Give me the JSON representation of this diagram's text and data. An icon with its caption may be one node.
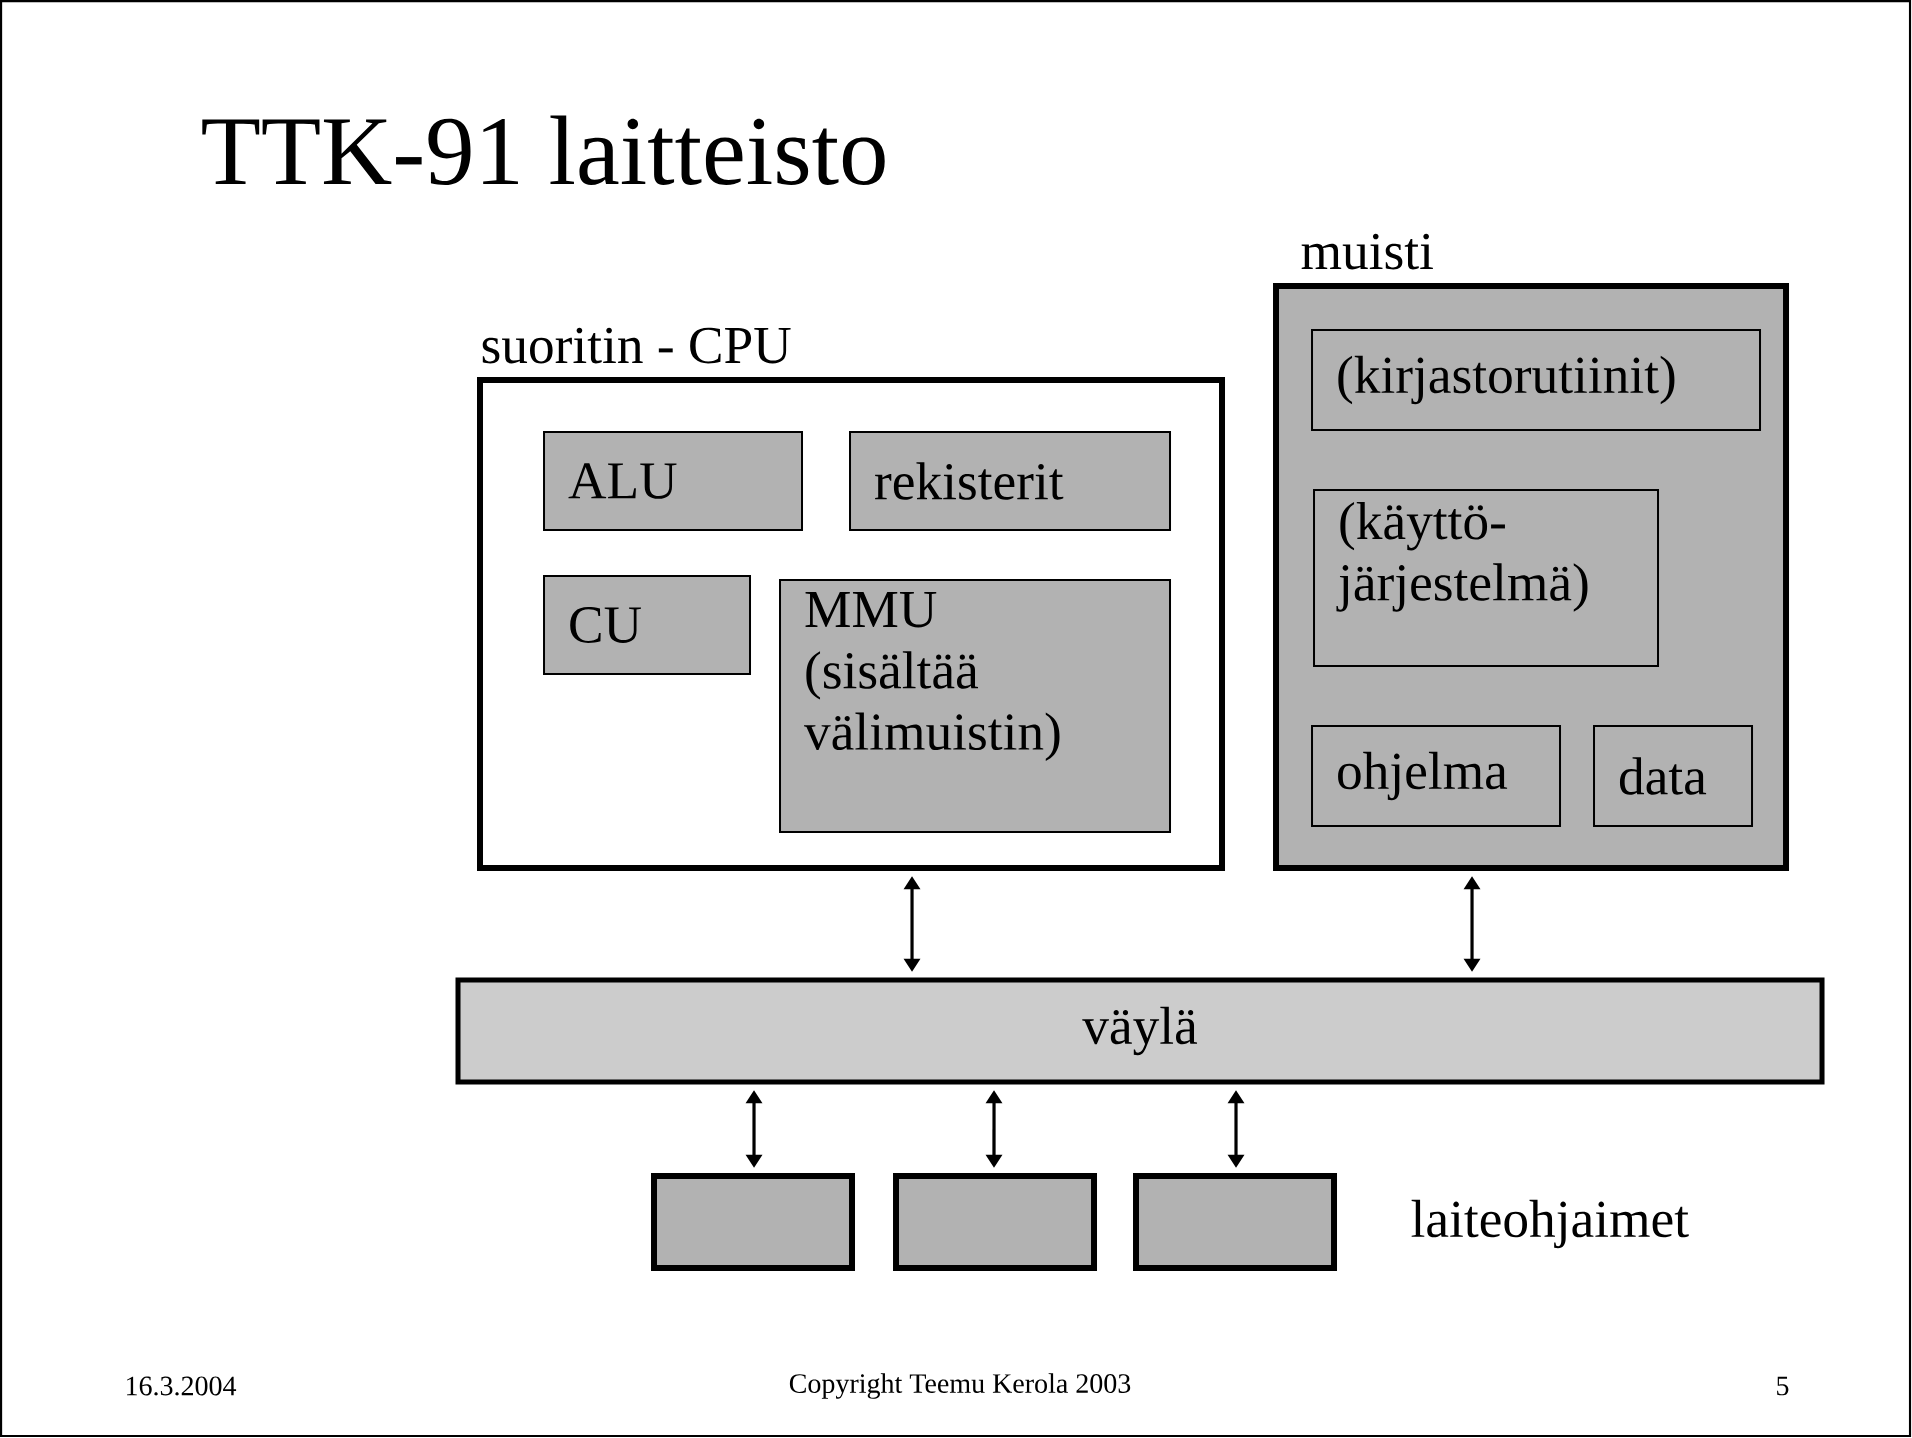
{
  "diagram": {
    "title": "TTK-91 laitteisto",
    "nodes": [
      {
        "text": [
          "suoritin - CPU"
        ]
      },
      {
        "text": [
          "ALU"
        ],
        "in": 0
      },
      {
        "text": [
          "rekisterit"
        ],
        "in": 0
      },
      {
        "text": [
          "CU"
        ],
        "in": 0
      },
      {
        "text": [
          "MMU (sisältää välimuistin)"
        ],
        "in": 0
      },
      {
        "text": [
          "muisti"
        ]
      },
      {
        "text": [
          "(kirjastorutiinit)"
        ],
        "in": 5
      },
      {
        "text": [
          "(käyttö- järjestelmä)"
        ],
        "in": 5
      },
      {
        "text": [
          "ohjelma"
        ],
        "in": 5
      },
      {
        "text": [
          "data"
        ],
        "in": 5
      },
      {
        "text": [
          "väylä"
        ]
      },
      {
        "text": [],
        "shape": "box"
      },
      {
        "text": [],
        "shape": "box"
      },
      {
        "text": [],
        "shape": "box"
      }
    ],
    "edges": [
      {
        "from": 0,
        "to": 10,
        "arrow": "both"
      },
      {
        "from": 5,
        "to": 10,
        "arrow": "both"
      },
      {
        "from": 10,
        "to": 11,
        "arrow": "both"
      },
      {
        "from": 10,
        "to": 12,
        "arrow": "both"
      },
      {
        "from": 10,
        "to": 13,
        "arrow": "both"
      }
    ],
    "labels": [
      "laiteohjaimet",
      "16.3.2004",
      "Copyright Teemu Kerola 2003",
      "5"
    ]
  }
}
